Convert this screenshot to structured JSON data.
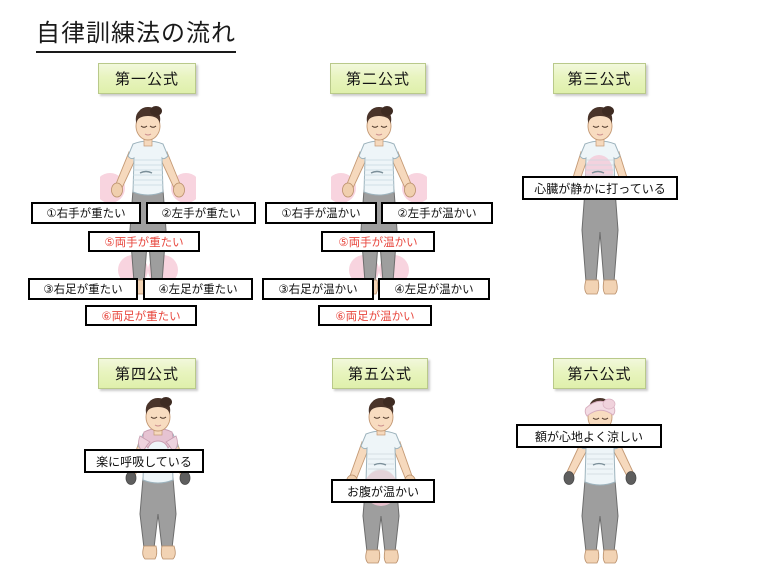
{
  "title": "自律訓練法の流れ",
  "formulas": [
    {
      "id": "formula-1",
      "header": "第一公式",
      "captions": [
        {
          "name": "caption-right-hand-heavy",
          "text": "①右手が重たい",
          "red": false
        },
        {
          "name": "caption-left-hand-heavy",
          "text": "②左手が重たい",
          "red": false
        },
        {
          "name": "caption-both-hands-heavy",
          "text": "⑤両手が重たい",
          "red": true
        },
        {
          "name": "caption-right-foot-heavy",
          "text": "③右足が重たい",
          "red": false
        },
        {
          "name": "caption-left-foot-heavy",
          "text": "④左足が重たい",
          "red": false
        },
        {
          "name": "caption-both-feet-heavy",
          "text": "⑥両足が重たい",
          "red": true
        }
      ]
    },
    {
      "id": "formula-2",
      "header": "第二公式",
      "captions": [
        {
          "name": "caption-right-hand-warm",
          "text": "①右手が温かい",
          "red": false
        },
        {
          "name": "caption-left-hand-warm",
          "text": "②左手が温かい",
          "red": false
        },
        {
          "name": "caption-both-hands-warm",
          "text": "⑤両手が温かい",
          "red": true
        },
        {
          "name": "caption-right-foot-warm",
          "text": "③右足が温かい",
          "red": false
        },
        {
          "name": "caption-left-foot-warm",
          "text": "④左足が温かい",
          "red": false
        },
        {
          "name": "caption-both-feet-warm",
          "text": "⑥両足が温かい",
          "red": true
        }
      ]
    },
    {
      "id": "formula-3",
      "header": "第三公式",
      "captions": [
        {
          "name": "caption-heart-calm",
          "text": "心臓が静かに打っている",
          "red": false
        }
      ]
    },
    {
      "id": "formula-4",
      "header": "第四公式",
      "captions": [
        {
          "name": "caption-easy-breathing",
          "text": "楽に呼吸している",
          "red": false
        }
      ]
    },
    {
      "id": "formula-5",
      "header": "第五公式",
      "captions": [
        {
          "name": "caption-warm-belly",
          "text": "お腹が温かい",
          "red": false
        }
      ]
    },
    {
      "id": "formula-6",
      "header": "第六公式",
      "captions": [
        {
          "name": "caption-cool-forehead",
          "text": "額が心地よく涼しい",
          "red": false
        }
      ]
    }
  ],
  "colors": {
    "header_bg_light": "#f2f8dc",
    "header_bg_dark": "#dff0ab",
    "header_border": "#b9c98a",
    "caption_border": "#000000",
    "caption_text": "#101010",
    "caption_text_red": "#e8483f",
    "title_text": "#1a1a1a",
    "skin": "#f6d9bd",
    "hair": "#4a342a",
    "shirt": "#eef4f7",
    "pants": "#9b9b9b",
    "glow_pink": "#f6c9d6",
    "scarf_pink": "#e6c3d2",
    "headband_pink": "#f0d2dc",
    "page_bg": "#ffffff"
  }
}
